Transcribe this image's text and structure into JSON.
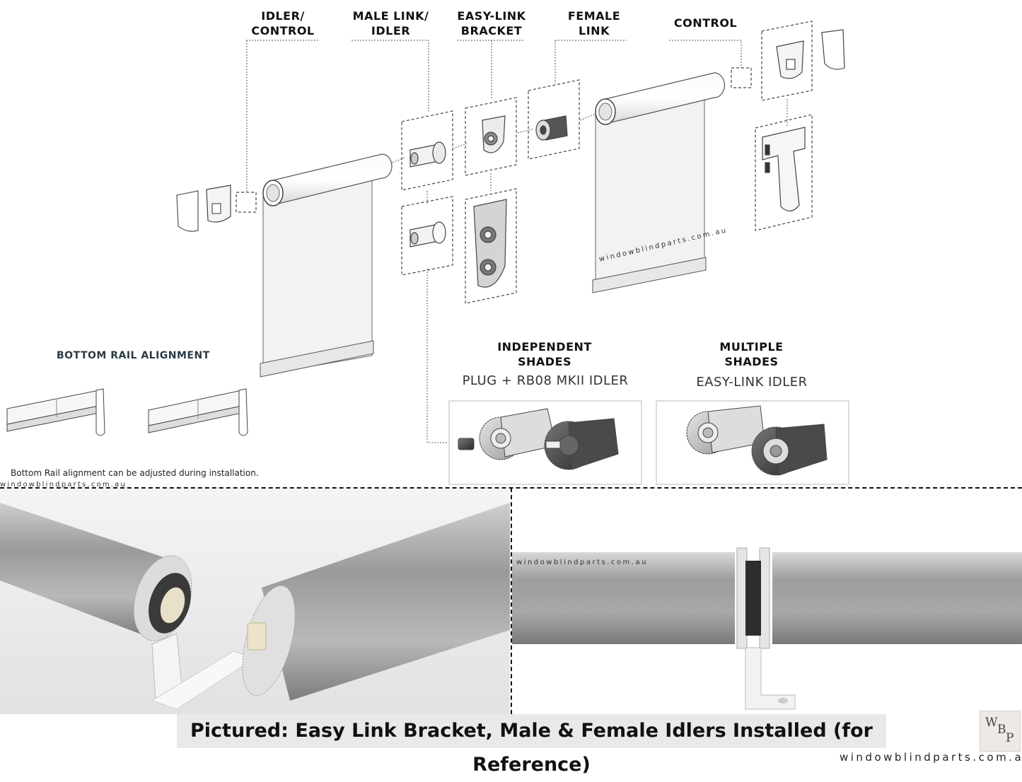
{
  "labels": {
    "idler_control": [
      "IDLER/",
      "CONTROL"
    ],
    "male_link_idler": [
      "MALE LINK/",
      "IDLER"
    ],
    "easy_link_bracket": [
      "EASY-LINK",
      "BRACKET"
    ],
    "female_link": [
      "FEMALE",
      "LINK"
    ],
    "control": "CONTROL"
  },
  "bottom_rail": {
    "title": "BOTTOM RAIL ALIGNMENT",
    "note": "Bottom Rail alignment can be adjusted during installation."
  },
  "independent": {
    "title": [
      "INDEPENDENT",
      "SHADES"
    ],
    "subtitle": "PLUG + RB08 MKII IDLER"
  },
  "multiple": {
    "title": [
      "MULTIPLE",
      "SHADES"
    ],
    "subtitle": "EASY-LINK IDLER"
  },
  "watermarks": {
    "diagram": "windowblindparts.com.au",
    "bottom_left": "windowblindparts.com.au",
    "photo": "windowblindparts.com.au"
  },
  "caption": "Pictured: Easy Link Bracket, Male & Female Idlers Installed (for Reference)",
  "logo": {
    "letters": [
      "W",
      "B",
      "P"
    ]
  },
  "site": "windowblindparts.com.au",
  "colors": {
    "text": "#111111",
    "accent_title": "#2b3a45",
    "box_border": "#d7dde0",
    "caption_bg": "#e9e9e9"
  }
}
